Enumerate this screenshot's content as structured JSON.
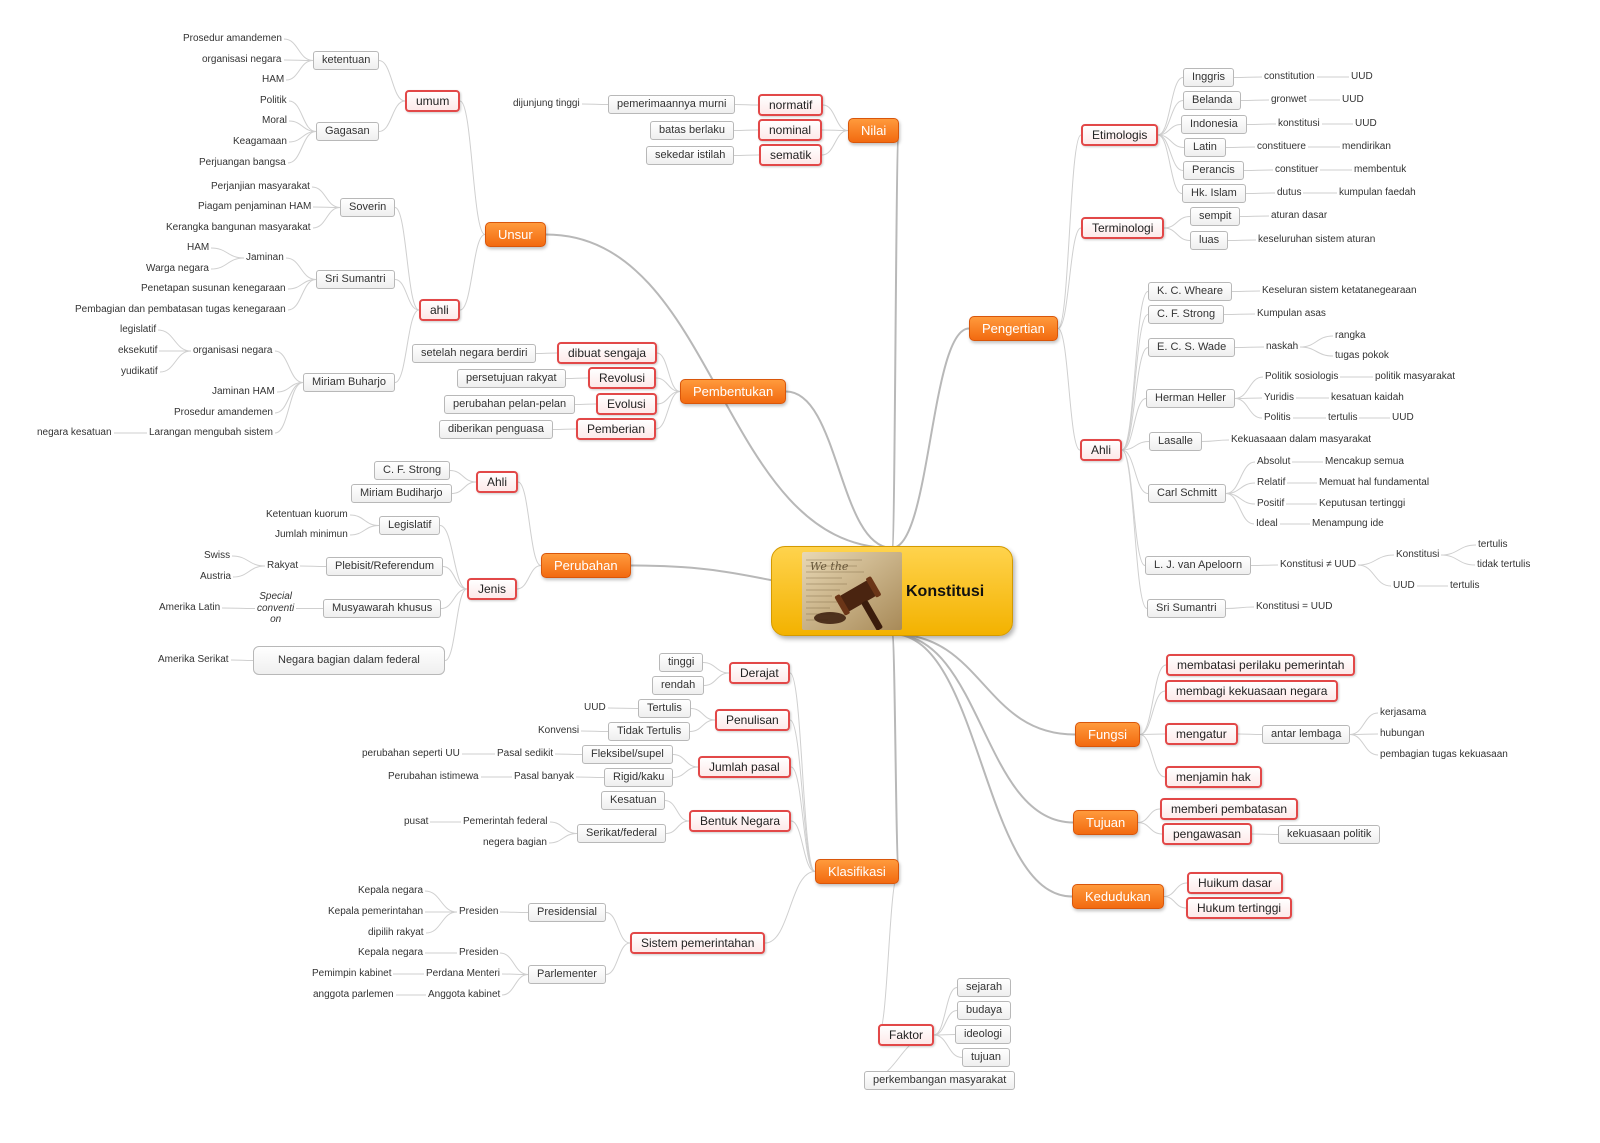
{
  "title": "Konstitusi",
  "colors": {
    "main_branch": "#f26a10",
    "sub_branch_border": "#e24848",
    "leaf_border": "#b8b8b8",
    "center": "#f3b200",
    "connector": "#c8c8c8"
  },
  "center_image_icon": "gavel-on-newspaper-photo",
  "nodes": {
    "nilai": "Nilai",
    "normatif": "normatif",
    "nominal": "nominal",
    "sematik": "sematik",
    "pemerimaannya_murni": "pemerimaannya murni",
    "dijunjung_tinggi": "dijunjung tinggi",
    "batas_berlaku": "batas berlaku",
    "sekedar_istilah": "sekedar istilah",
    "unsur": "Unsur",
    "umum": "umum",
    "ketentuan": "ketentuan",
    "prosedur_amandemen_1": "Prosedur amandemen",
    "organisasi_negara_1": "organisasi negara",
    "ham_1": "HAM",
    "gagasan": "Gagasan",
    "politik_1": "Politik",
    "moral": "Moral",
    "keagamaan": "Keagamaan",
    "perjuangan_bangsa": "Perjuangan bangsa",
    "ahli_unsur": "ahli",
    "soverin": "Soverin",
    "perjanjian_masyarakat": "Perjanjian masyarakat",
    "piagam_penjaminan_ham": "Piagam penjaminan HAM",
    "kerangka_bangunan": "Kerangka bangunan masyarakat",
    "sri_sumantri_1": "Sri Sumantri",
    "jaminan": "Jaminan",
    "ham_2": "HAM",
    "warga_negara": "Warga negara",
    "penetapan_susunan": "Penetapan susunan kenegaraan",
    "pembagian_pembatasan": "Pembagian dan pembatasan tugas kenegaraan",
    "miriam_buharjo": "Miriam Buharjo",
    "organisasi_negara_2": "organisasi negara",
    "legislatif_1": "legislatif",
    "eksekutif": "eksekutif",
    "yudikatif": "yudikatif",
    "jaminan_ham": "Jaminan HAM",
    "prosedur_amandemen_2": "Prosedur amandemen",
    "larangan_mengubah": "Larangan mengubah sistem",
    "negara_kesatuan": "negara kesatuan",
    "pembentukan": "Pembentukan",
    "dibuat_sengaja": "dibuat sengaja",
    "setelah_negara_berdiri": "setelah negara berdiri",
    "revolusi": "Revolusi",
    "persetujuan_rakyat": "persetujuan rakyat",
    "evolusi": "Evolusi",
    "perubahan_pelan": "perubahan pelan-pelan",
    "pemberian": "Pemberian",
    "diberikan_penguasa": "diberikan penguasa",
    "perubahan": "Perubahan",
    "ahli_perubahan": "Ahli",
    "cf_strong_1": "C. F. Strong",
    "miriam_budiharjo": "Miriam Budiharjo",
    "jenis": "Jenis",
    "legislatif_2": "Legislatif",
    "ketentuan_kuorum": "Ketentuan kuorum",
    "jumlah_minimun": "Jumlah minimun",
    "plebisit": "Plebisit/Referendum",
    "rakyat": "Rakyat",
    "swiss": "Swiss",
    "austria": "Austria",
    "musyawarah_khusus": "Musyawarah khusus",
    "special_convention": "Special\nconventi\non",
    "amerika_latin": "Amerika Latin",
    "negara_bagian_federal": "Negara bagian dalam federal",
    "amerika_serikat": "Amerika Serikat",
    "klasifikasi": "Klasifikasi",
    "derajat": "Derajat",
    "tinggi": "tinggi",
    "rendah": "rendah",
    "penulisan": "Penulisan",
    "tertulis": "Tertulis",
    "uud_1": "UUD",
    "tidak_tertulis": "Tidak Tertulis",
    "konvensi": "Konvensi",
    "jumlah_pasal": "Jumlah pasal",
    "fleksibel": "Fleksibel/supel",
    "pasal_sedikit": "Pasal sedikit",
    "perubahan_seperti_uu": "perubahan seperti UU",
    "rigid": "Rigid/kaku",
    "pasal_banyak": "Pasal banyak",
    "perubahan_istimewa": "Perubahan istimewa",
    "bentuk_negara": "Bentuk Negara",
    "kesatuan": "Kesatuan",
    "serikat_federal": "Serikat/federal",
    "pemerintah_federal": "Pemerintah federal",
    "pusat": "pusat",
    "negera_bagian": "negera bagian",
    "sistem_pemerintahan": "Sistem pemerintahan",
    "presidensial": "Presidensial",
    "presiden_1": "Presiden",
    "kepala_negara_1": "Kepala negara",
    "kepala_pemerintahan": "Kepala pemerintahan",
    "dipilih_rakyat": "dipilih rakyat",
    "parlementer": "Parlementer",
    "presiden_2": "Presiden",
    "kepala_negara_2": "Kepala negara",
    "perdana_menteri": "Perdana Menteri",
    "pemimpin_kabinet": "Pemimpin kabinet",
    "anggota_kabinet": "Anggota kabinet",
    "anggota_parlemen": "anggota parlemen",
    "faktor": "Faktor",
    "sejarah": "sejarah",
    "budaya": "budaya",
    "ideologi": "ideologi",
    "tujuan_leaf": "tujuan",
    "perkembangan_masyarakat": "perkembangan masyarakat",
    "pengertian": "Pengertian",
    "etimologis": "Etimologis",
    "inggris": "Inggris",
    "constitution": "constitution",
    "uud_e1": "UUD",
    "belanda": "Belanda",
    "gronwet": "gronwet",
    "uud_e2": "UUD",
    "indonesia": "Indonesia",
    "konstitusi_e": "konstitusi",
    "uud_e3": "UUD",
    "latin": "Latin",
    "constituere": "constituere",
    "mendirikan": "mendirikan",
    "perancis": "Perancis",
    "constituer": "constituer",
    "membentuk": "membentuk",
    "hk_islam": "Hk. Islam",
    "dutus": "dutus",
    "kumpulan_faedah": "kumpulan faedah",
    "terminologi": "Terminologi",
    "sempit": "sempit",
    "aturan_dasar": "aturan dasar",
    "luas": "luas",
    "keseluruhan_sistem": "keseluruhan sistem aturan",
    "ahli_pengertian": "Ahli",
    "kc_wheare": "K. C. Wheare",
    "keseluran_sistem": "Keseluran sistem ketatanegearaan",
    "cf_strong_2": "C. F. Strong",
    "kumpulan_asas": "Kumpulan asas",
    "ecs_wade": "E. C. S. Wade",
    "naskah": "naskah",
    "rangka": "rangka",
    "tugas_pokok": "tugas pokok",
    "herman_heller": "Herman Heller",
    "politik_sosiologis": "Politik sosiologis",
    "politik_masyarakat": "politik masyarakat",
    "yuridis": "Yuridis",
    "kesatuan_kaidah": "kesatuan kaidah",
    "politis": "Politis",
    "tertulis_h": "tertulis",
    "uud_h": "UUD",
    "lasalle": "Lasalle",
    "kekuasaan_masyarakat": "Kekuasaaan dalam masyarakat",
    "carl_schmitt": "Carl Schmitt",
    "absolut": "Absolut",
    "mencakup_semua": "Mencakup semua",
    "relatif": "Relatif",
    "memuat_hal": "Memuat hal fundamental",
    "positif": "Positif",
    "keputusan_tertinggi": "Keputusan tertinggi",
    "ideal": "Ideal",
    "menampung_ide": "Menampung ide",
    "lj_apeloorn": "L. J. van Apeloorn",
    "konstitusi_neq_uud": "Konstitusi ≠ UUD",
    "konstitusi_a": "Konstitusi",
    "tertulis_a1": "tertulis",
    "tidak_tertulis_a": "tidak tertulis",
    "uud_a": "UUD",
    "tertulis_a2": "tertulis",
    "sri_sumantri_2": "Sri Sumantri",
    "konstitusi_eq_uud": "Konstitusi = UUD",
    "fungsi": "Fungsi",
    "membatasi_perilaku": "membatasi perilaku pemerintah",
    "membagi_kekuasaan": "membagi kekuasaan negara",
    "mengatur": "mengatur",
    "antar_lembaga": "antar lembaga",
    "kerjasama": "kerjasama",
    "hubungan": "hubungan",
    "pembagian_tugas": "pembagian tugas kekuasaan",
    "menjamin_hak": "menjamin hak",
    "tujuan": "Tujuan",
    "memberi_pembatasan": "memberi pembatasan",
    "pengawasan": "pengawasan",
    "kekuasaan_politik": "kekuasaan politik",
    "kedudukan": "Kedudukan",
    "hukum_dasar": "Huikum dasar",
    "hukum_tertinggi": "Hukum tertinggi"
  }
}
